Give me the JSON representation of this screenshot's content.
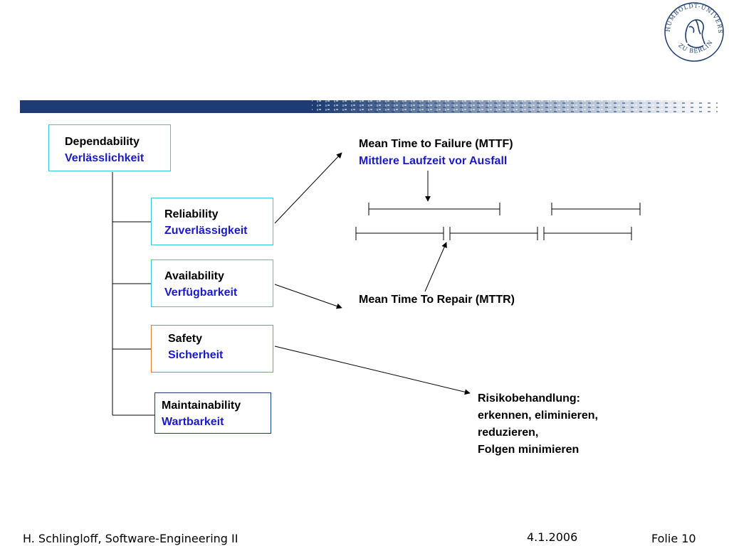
{
  "colors": {
    "band_dark": "#1c3c72",
    "cyan_border": "#33ccdd",
    "orange_border": "#e07b39",
    "navy_border": "#1c3c72",
    "german_text": "#1a1acc"
  },
  "dependability": {
    "en": "Dependability",
    "de": "Verlässlichkeit"
  },
  "attributes": [
    {
      "en": "Reliability",
      "de": "Zuverlässigkeit"
    },
    {
      "en": "Availability",
      "de": "Verfügbarkeit"
    },
    {
      "en": "Safety",
      "de": "Sicherheit"
    },
    {
      "en": "Maintainability",
      "de": "Wartbarkeit"
    }
  ],
  "mttf": {
    "en": "Mean Time to Failure (MTTF)",
    "de": "Mittlere Laufzeit vor Ausfall"
  },
  "mttr": "Mean Time To Repair (MTTR)",
  "risk": {
    "line1": "Risikobehandlung:",
    "line2": "erkennen, eliminieren,",
    "line3": "reduzieren,",
    "line4": "Folgen minimieren"
  },
  "footer": {
    "author": "H. Schlingloff, Software-Engineering II",
    "date": "4.1.2006",
    "slide": "Folie 10"
  },
  "logo": {
    "top_text": "HUMBOLDT-UNIVERSITÄT",
    "bottom_text": "ZU BERLIN"
  }
}
